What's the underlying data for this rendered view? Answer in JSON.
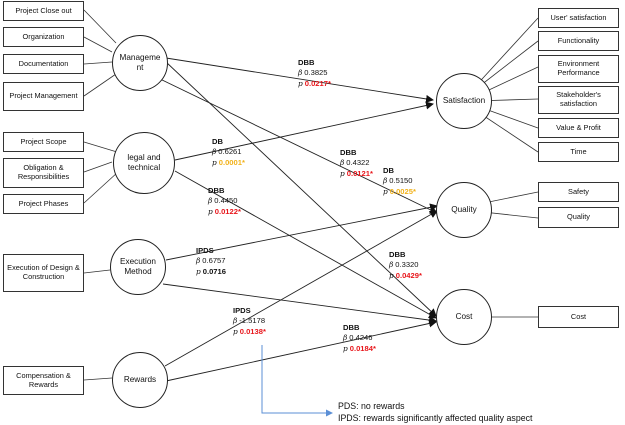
{
  "colors": {
    "significant_red": "#e8161b",
    "significant_yellow": "#f2b21a",
    "line": "#333333",
    "note_arrow": "#5b8fd6"
  },
  "symbols": {
    "beta": "β",
    "p": "p"
  },
  "constructs": {
    "management": "Management",
    "legal": "legal and technical",
    "execution": "Execution Method",
    "rewards": "Rewards",
    "satisfaction": "Satisfaction",
    "quality": "Quality",
    "cost": "Cost"
  },
  "left_indicators": {
    "project_close_out": "Project Close out",
    "organization": "Organization",
    "documentation": "Documentation",
    "project_management": "Project Management",
    "project_scope": "Project Scope",
    "obligation": "Obligation & Responsibilities",
    "project_phases": "Project Phases",
    "execution_design": "Execution of Design & Construction",
    "compensation": "Compensation & Rewards"
  },
  "right_indicators": {
    "user_satisfaction": "User' satisfaction",
    "functionality": "Functionality",
    "environment_performance": "Environment Performance",
    "stakeholder_satisfaction": "Stakeholder's satisfaction",
    "value_profit": "Value & Profit",
    "time": "Time",
    "safety": "Safety",
    "quality": "Quality",
    "cost": "Cost"
  },
  "paths": {
    "mgmt_sat": {
      "label": "DBB",
      "beta": "0.3825",
      "p": "0.0217*",
      "p_color": "red"
    },
    "legal_sat": {
      "label": "DB",
      "beta": "0.6261",
      "p": "0.0001*",
      "p_color": "yellow"
    },
    "mgmt_cost": {
      "label": "DBB",
      "beta": "0.4322",
      "p": "0.0121*",
      "p_color": "red"
    },
    "mgmt_quality": {
      "label": "DB",
      "beta": "0.5150",
      "p": "0.0025*",
      "p_color": "yellow"
    },
    "legal_cost": {
      "label": "DBB",
      "beta": "0.4450",
      "p": "0.0122*",
      "p_color": "red"
    },
    "exec_quality": {
      "label": "IPDS",
      "beta": "0.6757",
      "p": "0.0716",
      "p_color": "black"
    },
    "exec_cost": {
      "label": "DBB",
      "beta": "0.3320",
      "p": "0.0429*",
      "p_color": "red"
    },
    "rewards_quality": {
      "label": "IPDS",
      "beta": "-1.5178",
      "p": "0.0138*",
      "p_color": "red"
    },
    "rewards_cost": {
      "label": "DBB",
      "beta": "0.4246",
      "p": "0.0184*",
      "p_color": "red"
    }
  },
  "notes": {
    "line1": "PDS: no rewards",
    "line2": "IPDS: rewards significantly affected quality aspect"
  }
}
